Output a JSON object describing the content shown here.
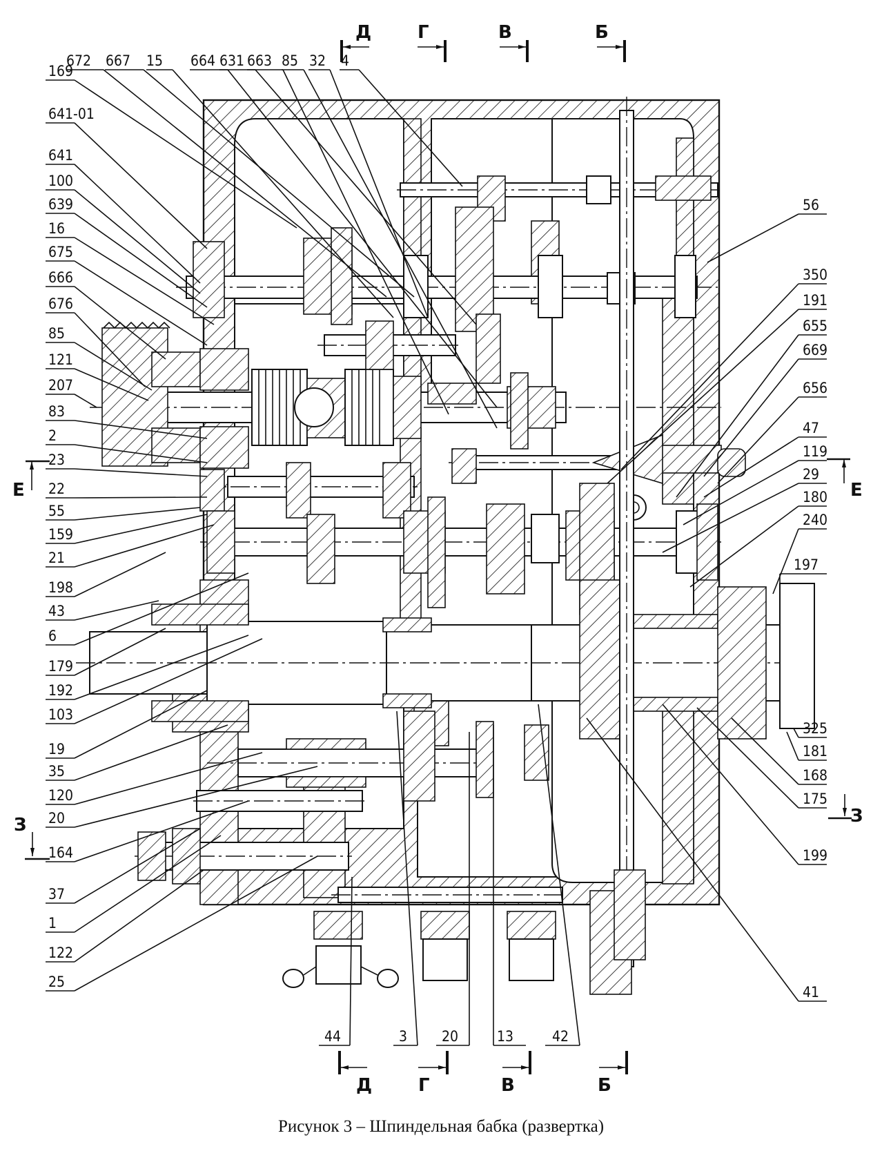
{
  "figure": {
    "caption": "Рисунок 3 – Шпиндельная бабка (развертка)"
  },
  "section_markers": {
    "top": [
      {
        "letter": "Д",
        "arrow": "left"
      },
      {
        "letter": "Г",
        "arrow": "right"
      },
      {
        "letter": "В",
        "arrow": "right"
      },
      {
        "letter": "Б",
        "arrow": "right"
      }
    ],
    "bottom": [
      {
        "letter": "Д",
        "arrow": "left"
      },
      {
        "letter": "Г",
        "arrow": "right"
      },
      {
        "letter": "В",
        "arrow": "right"
      },
      {
        "letter": "Б",
        "arrow": "right"
      }
    ],
    "left": [
      {
        "letter": "Е",
        "arrow": "up"
      },
      {
        "letter": "З",
        "arrow": "down"
      }
    ],
    "right": [
      {
        "letter": "Е",
        "arrow": "up"
      },
      {
        "letter": "З",
        "arrow": "down"
      }
    ]
  },
  "callouts": {
    "top": [
      "672",
      "667",
      "15",
      "664",
      "631",
      "663",
      "85",
      "32",
      "4"
    ],
    "left": [
      "169",
      "641-01",
      "641",
      "100",
      "639",
      "16",
      "675",
      "666",
      "676",
      "85",
      "121",
      "207",
      "83",
      "2",
      "23",
      "22",
      "55",
      "159",
      "21",
      "198",
      "43",
      "6",
      "179",
      "192",
      "103",
      "19",
      "35",
      "120",
      "20",
      "164",
      "37",
      "1",
      "122",
      "25"
    ],
    "right": [
      "56",
      "350",
      "191",
      "655",
      "669",
      "656",
      "47",
      "119",
      "29",
      "180",
      "240",
      "197",
      "325",
      "181",
      "168",
      "175",
      "199",
      "41"
    ],
    "bottom": [
      "44",
      "3",
      "20",
      "13",
      "42"
    ]
  }
}
